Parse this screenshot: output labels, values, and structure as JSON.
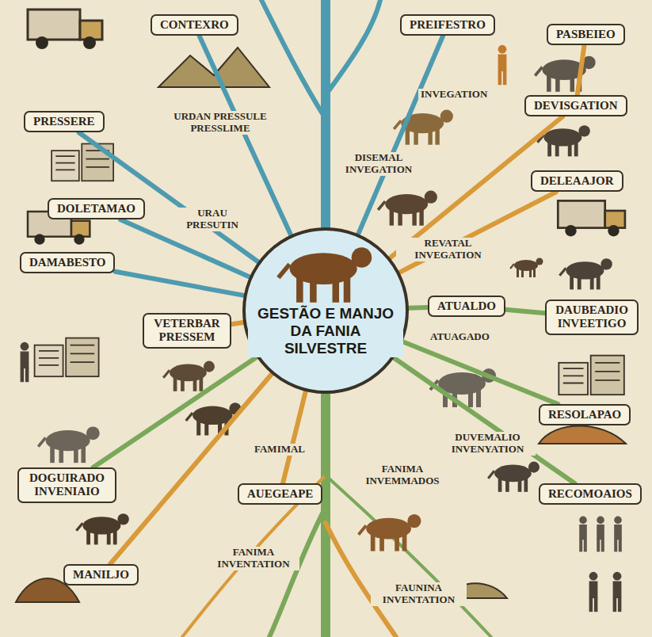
{
  "diagram": {
    "nodes": [
      {
        "text": [
          "GESTÃO E MANJO DA FANIA SILVESTRE"
        ]
      },
      {
        "text": [
          "CONTEXRO"
        ]
      },
      {
        "text": [
          "PRESSERE"
        ]
      },
      {
        "text": [
          "DOLETAMAO"
        ]
      },
      {
        "text": [
          "DAMABESTO"
        ]
      },
      {
        "text": [
          "VETERBAR PRESSEM"
        ]
      },
      {
        "text": [
          "AUEGEAPE"
        ]
      },
      {
        "text": [
          "DOGUIRADO INVENIAIO"
        ]
      },
      {
        "text": [
          "MANILJO"
        ]
      },
      {
        "text": [
          "PREIFESTRO"
        ]
      },
      {
        "text": [
          "PASBEIEO"
        ]
      },
      {
        "text": [
          "DEVISGATION"
        ]
      },
      {
        "text": [
          "DELEAAJOR"
        ]
      },
      {
        "text": [
          "ATUALDO"
        ]
      },
      {
        "text": [
          "DAUBEADIO INVEETIGO"
        ]
      },
      {
        "text": [
          "RESOLAPAO"
        ]
      },
      {
        "text": [
          "RECOMOAIOS"
        ]
      }
    ],
    "edges": [
      {
        "from": 0,
        "to": 1,
        "arrow": "none"
      },
      {
        "from": 0,
        "to": 2,
        "arrow": "none"
      },
      {
        "from": 0,
        "to": 3,
        "arrow": "none"
      },
      {
        "from": 0,
        "to": 4,
        "arrow": "none"
      },
      {
        "from": 0,
        "to": 5,
        "arrow": "none"
      },
      {
        "from": 0,
        "to": 6,
        "arrow": "none"
      },
      {
        "from": 0,
        "to": 7,
        "arrow": "none"
      },
      {
        "from": 0,
        "to": 8,
        "arrow": "none"
      },
      {
        "from": 0,
        "to": 9,
        "arrow": "none"
      },
      {
        "from": 11,
        "to": 10,
        "arrow": "none"
      },
      {
        "from": 0,
        "to": 11,
        "arrow": "none"
      },
      {
        "from": 0,
        "to": 12,
        "arrow": "none"
      },
      {
        "from": 0,
        "to": 13,
        "arrow": "none"
      },
      {
        "from": 13,
        "to": 14,
        "arrow": "none"
      },
      {
        "from": 0,
        "to": 15,
        "arrow": "none"
      },
      {
        "from": 0,
        "to": 16,
        "arrow": "none"
      }
    ],
    "labels": [
      "URDAN PRESSULE PRESSLIME",
      "URAU PRESUTIN",
      "INVEGATION",
      "DISEMAL INVEGATION",
      "REVATAL INVEGATION",
      "ATUAGADO",
      "DUVEMALIO INVENYATION",
      "FANIMA INVEMMADOS",
      "FAMIMAL",
      "FANIMA INVENTATION",
      "FAUNINA INVENTATION"
    ]
  }
}
